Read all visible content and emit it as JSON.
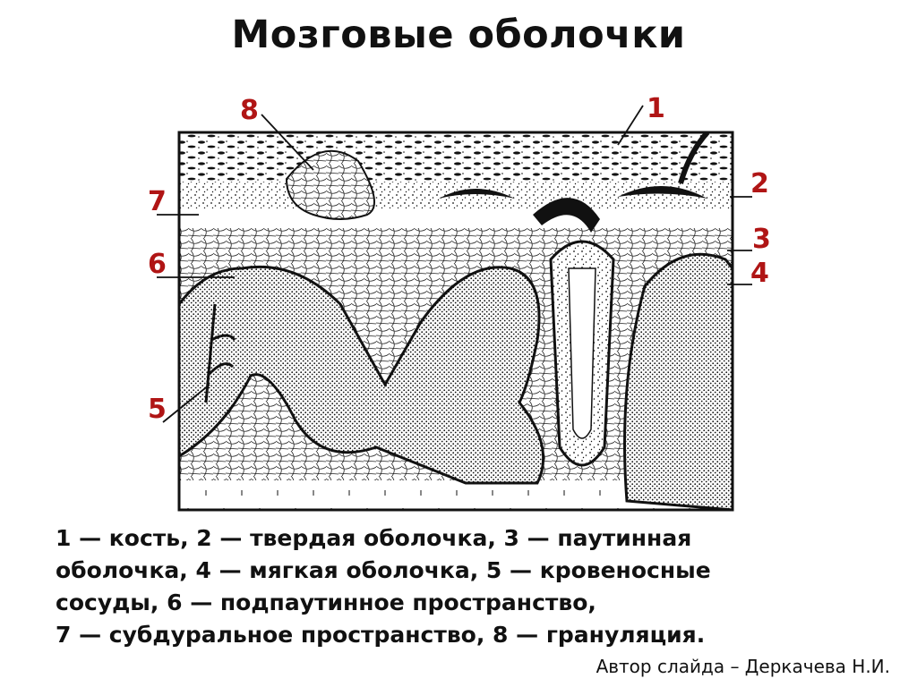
{
  "title": "Мозговые оболочки",
  "labels": [
    "1",
    "2",
    "3",
    "4",
    "5",
    "6",
    "7",
    "8"
  ],
  "caption_lines": [
    "1 — кость, 2 — твердая оболочка, 3 — паутинная",
    "оболочка, 4 — мягкая оболочка, 5 — кровеносные",
    "сосуды, 6 — подпаутинное пространство,",
    "7 — субдуральное пространство, 8 — грануляция."
  ],
  "author": "Автор слайда – Деркачева Н.И.",
  "colors": {
    "label_red": "#b01515",
    "ink": "#111111"
  }
}
